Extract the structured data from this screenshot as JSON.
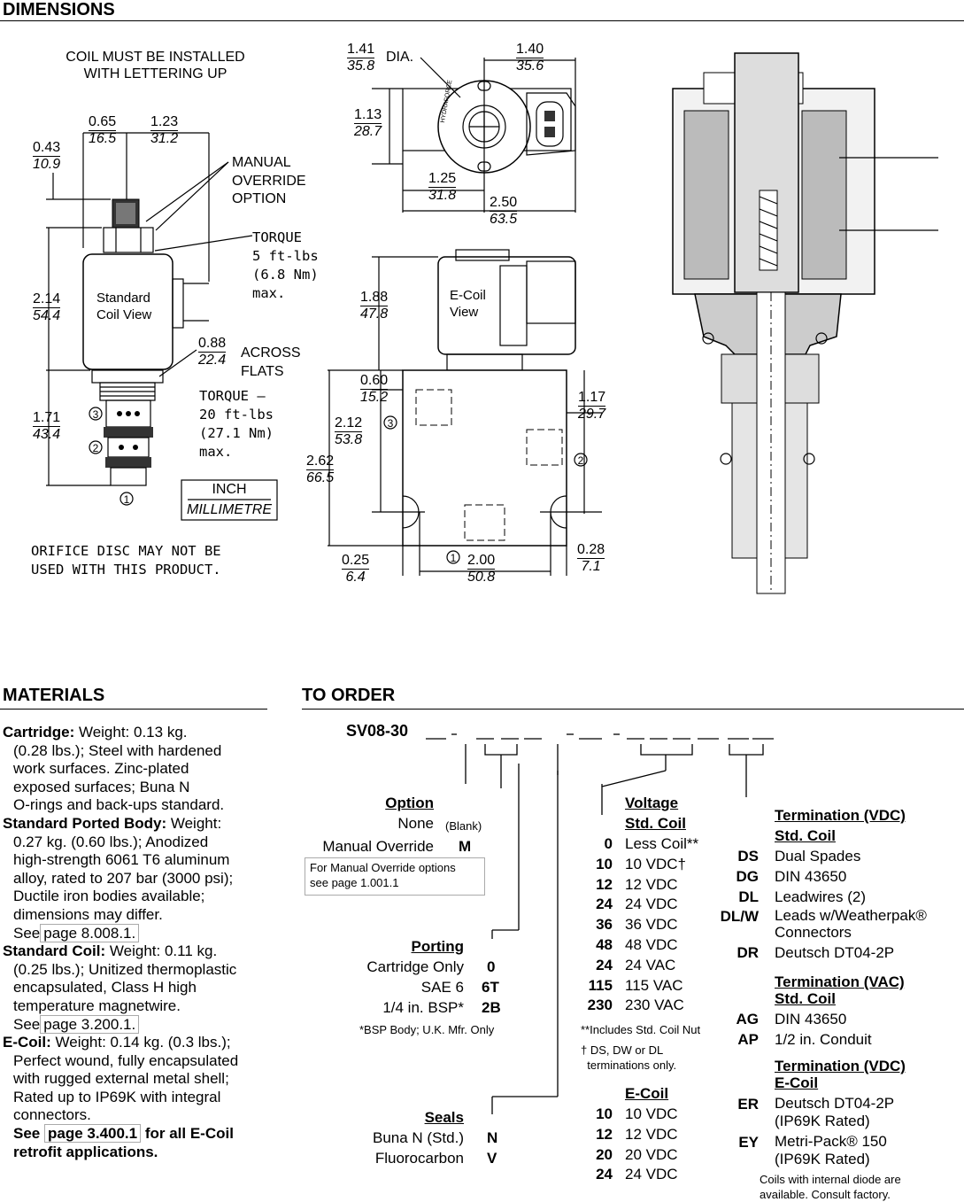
{
  "dimensions": {
    "title": "DIMENSIONS",
    "coil_note": "COIL MUST BE INSTALLED\nWITH LETTERING UP",
    "dims": {
      "d043": [
        "0.43",
        "10.9"
      ],
      "d065": [
        "0.65",
        "16.5"
      ],
      "d123": [
        "1.23",
        "31.2"
      ],
      "d214": [
        "2.14",
        "54.4"
      ],
      "d088": [
        "0.88",
        "22.4"
      ],
      "d171": [
        "1.71",
        "43.4"
      ],
      "d141": [
        "1.41",
        "35.8"
      ],
      "d140": [
        "1.40",
        "35.6"
      ],
      "d113": [
        "1.13",
        "28.7"
      ],
      "d125": [
        "1.25",
        "31.8"
      ],
      "d250": [
        "2.50",
        "63.5"
      ],
      "d188": [
        "1.88",
        "47.8"
      ],
      "d060": [
        "0.60",
        "15.2"
      ],
      "d212": [
        "2.12",
        "53.8"
      ],
      "d262": [
        "2.62",
        "66.5"
      ],
      "d117": [
        "1.17",
        "29.7"
      ],
      "d025": [
        "0.25",
        "6.4"
      ],
      "d200": [
        "2.00",
        "50.8"
      ],
      "d028": [
        "0.28",
        "7.1"
      ]
    },
    "manual_override": "MANUAL\nOVERRIDE\nOPTION",
    "torque1": "TORQUE\n5 ft-lbs\n(6.8 Nm)\nmax.",
    "standard_coil_view": "Standard\nCoil View",
    "across_flats": "ACROSS\nFLATS",
    "torque2": "TORQUE –\n20 ft-lbs\n(27.1 Nm)\nmax.",
    "unit_inch": "INCH",
    "unit_mm": "MILLIMETRE",
    "orifice_note": "ORIFICE DISC MAY NOT BE\nUSED WITH THIS PRODUCT.",
    "dia": "DIA.",
    "ecoil_view": "E-Coil\nView",
    "brand": "HYDRAFORCE",
    "ports": [
      "1",
      "2",
      "3"
    ]
  },
  "materials": {
    "title": "MATERIALS",
    "cartridge_label": "Cartridge:",
    "cartridge_text": " Weight: 0.13 kg.",
    "cartridge_lines": [
      "(0.28 lbs.); Steel with hardened",
      "work surfaces. Zinc-plated",
      "exposed surfaces; Buna N",
      "O-rings and back-ups standard."
    ],
    "body_label": "Standard Ported Body:",
    "body_text": " Weight:",
    "body_lines": [
      "0.27 kg. (0.60 lbs.); Anodized",
      "high-strength 6061 T6 aluminum",
      "alloy, rated to 207 bar (3000 psi);",
      "Ductile iron bodies available;",
      "dimensions may differ."
    ],
    "see": "See",
    "body_page": "page 8.008.1.",
    "coil_label": "Standard Coil:",
    "coil_text": " Weight: 0.11 kg.",
    "coil_lines": [
      "(0.25 lbs.); Unitized thermoplastic",
      "encapsulated, Class H high",
      "temperature magnetwire."
    ],
    "coil_page": "page 3.200.1.",
    "ecoil_label": "E-Coil:",
    "ecoil_text": " Weight: 0.14 kg. (0.3 lbs.);",
    "ecoil_lines": [
      "Perfect wound, fully encapsulated",
      "with rugged external metal shell;",
      "Rated up to IP69K with integral",
      "connectors."
    ],
    "ecoil_see": "See",
    "ecoil_page": "page 3.400.1",
    "ecoil_tail": " for all E-Coil",
    "ecoil_tail2": "retrofit applications."
  },
  "order": {
    "title": "TO ORDER",
    "model": "SV08-30",
    "option": {
      "heading": "Option",
      "none": "None",
      "blank": "(Blank)",
      "mo": "Manual Override",
      "mo_code": "M",
      "note": "For Manual Override options\nsee page 1.001.1"
    },
    "porting": {
      "heading": "Porting",
      "rows": [
        [
          "Cartridge Only",
          "0"
        ],
        [
          "SAE 6",
          "6T"
        ],
        [
          "1/4 in. BSP*",
          "2B"
        ]
      ],
      "note": "*BSP Body; U.K. Mfr. Only"
    },
    "seals": {
      "heading": "Seals",
      "rows": [
        [
          "Buna N (Std.)",
          "N"
        ],
        [
          "Fluorocarbon",
          "V"
        ]
      ]
    },
    "voltage": {
      "heading": "Voltage",
      "sub": "Std. Coil",
      "rows": [
        [
          "0",
          "Less Coil**"
        ],
        [
          "10",
          "10 VDC†"
        ],
        [
          "12",
          "12 VDC"
        ],
        [
          "24",
          "24 VDC"
        ],
        [
          "36",
          "36 VDC"
        ],
        [
          "48",
          "48 VDC"
        ],
        [
          "24",
          "24 VAC"
        ],
        [
          "115",
          "115 VAC"
        ],
        [
          "230",
          "230 VAC"
        ]
      ],
      "note1": "**Includes Std. Coil Nut",
      "note2": "† DS, DW or DL\n  terminations only."
    },
    "ecoil": {
      "heading": "E-Coil",
      "rows": [
        [
          "10",
          "10 VDC"
        ],
        [
          "12",
          "12 VDC"
        ],
        [
          "20",
          "20 VDC"
        ],
        [
          "24",
          "24 VDC"
        ]
      ]
    },
    "term_vdc": {
      "heading": "Termination (VDC)",
      "sub": "Std. Coil",
      "rows": [
        [
          "DS",
          "Dual Spades"
        ],
        [
          "DG",
          "DIN 43650"
        ],
        [
          "DL",
          "Leadwires (2)"
        ],
        [
          "DL/W",
          "Leads w/Weatherpak®\nConnectors"
        ],
        [
          "DR",
          "Deutsch DT04-2P"
        ]
      ]
    },
    "term_vac": {
      "heading": "Termination (VAC)",
      "sub": "Std. Coil",
      "rows": [
        [
          "AG",
          "DIN 43650"
        ],
        [
          "AP",
          "1/2 in. Conduit"
        ]
      ]
    },
    "term_ecoil": {
      "heading": "Termination (VDC)",
      "sub": "E-Coil",
      "rows": [
        [
          "ER",
          "Deutsch DT04-2P\n(IP69K Rated)"
        ],
        [
          "EY",
          "Metri-Pack® 150\n(IP69K Rated)"
        ]
      ]
    },
    "diode_note": "Coils with internal diode are\navailable. Consult factory."
  }
}
